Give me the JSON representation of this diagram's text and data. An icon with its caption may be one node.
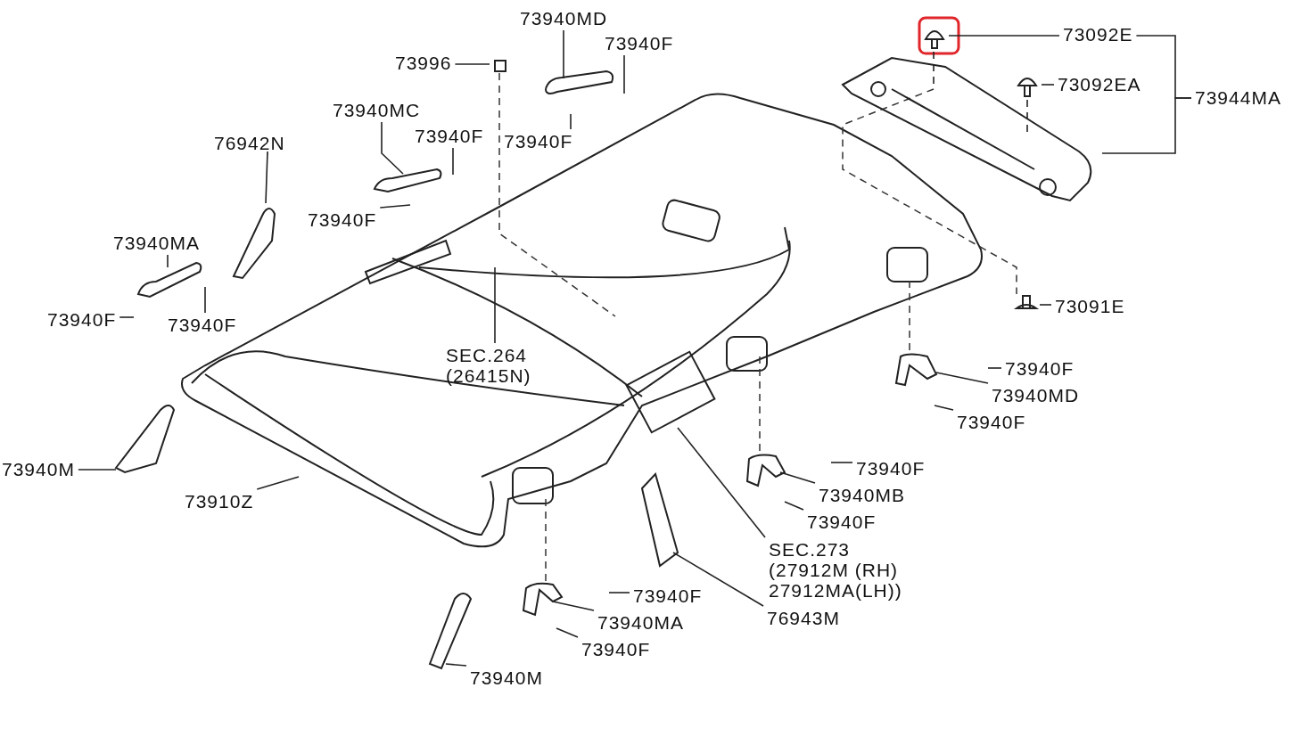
{
  "diagram": {
    "nodes": [
      {
        "text": [
          "73940MD"
        ]
      },
      {
        "text": [
          "73940F"
        ]
      },
      {
        "text": [
          "73996"
        ]
      },
      {
        "text": [
          "73940F"
        ]
      },
      {
        "text": [
          "73940MC"
        ]
      },
      {
        "text": [
          "73940F"
        ]
      },
      {
        "text": [
          "76942N"
        ]
      },
      {
        "text": [
          "73940F"
        ]
      },
      {
        "text": [
          "73940MA"
        ]
      },
      {
        "text": [
          "73940F"
        ]
      },
      {
        "text": [
          "73940F"
        ]
      },
      {
        "text": [
          "SEC.264",
          "(26415N)"
        ]
      },
      {
        "text": [
          "73092E"
        ]
      },
      {
        "text": [
          "73092EA"
        ]
      },
      {
        "text": [
          "73944MA"
        ]
      },
      {
        "text": [
          "73091E"
        ]
      },
      {
        "text": [
          "73940F"
        ]
      },
      {
        "text": [
          "73940MD"
        ]
      },
      {
        "text": [
          "73940F"
        ]
      },
      {
        "text": [
          "73940M"
        ]
      },
      {
        "text": [
          "73910Z"
        ]
      },
      {
        "text": [
          "73940F"
        ]
      },
      {
        "text": [
          "73940MB"
        ]
      },
      {
        "text": [
          "73940F"
        ]
      },
      {
        "text": [
          "SEC.273",
          "(27912M (RH) 27912MA(LH))"
        ]
      },
      {
        "text": [
          "73940F"
        ]
      },
      {
        "text": [
          "76943M"
        ]
      },
      {
        "text": [
          "73940MA"
        ]
      },
      {
        "text": [
          "73940F"
        ]
      },
      {
        "text": [
          "73940M"
        ]
      },
      {
        "text": [],
        "shape": "picture"
      },
      {
        "text": [],
        "shape": "picture"
      },
      {
        "text": [],
        "shape": "picture"
      }
    ],
    "edges": [
      {
        "from": 0,
        "to": null,
        "arrow": "none"
      },
      {
        "from": 1,
        "to": null,
        "arrow": "none"
      },
      {
        "from": 2,
        "to": null,
        "arrow": "none"
      },
      {
        "from": 3,
        "to": null,
        "arrow": "none"
      },
      {
        "from": 4,
        "to": null,
        "arrow": "none"
      },
      {
        "from": 5,
        "to": null,
        "arrow": "none"
      },
      {
        "from": 6,
        "to": null,
        "arrow": "none"
      },
      {
        "from": 7,
        "to": null,
        "arrow": "none"
      },
      {
        "from": 8,
        "to": null,
        "arrow": "none"
      },
      {
        "from": 9,
        "to": null,
        "arrow": "none"
      },
      {
        "from": 10,
        "to": null,
        "arrow": "none"
      },
      {
        "from": 11,
        "to": null,
        "arrow": "none"
      },
      {
        "from": 12,
        "to": 30,
        "arrow": "none"
      },
      {
        "from": 13,
        "to": 31,
        "arrow": "none"
      },
      {
        "from": 14,
        "to": 32,
        "arrow": "none"
      },
      {
        "from": 14,
        "to": 12,
        "arrow": "none"
      },
      {
        "from": 15,
        "to": null,
        "arrow": "none"
      },
      {
        "from": 16,
        "to": null,
        "arrow": "none"
      },
      {
        "from": 17,
        "to": null,
        "arrow": "none"
      },
      {
        "from": 18,
        "to": null,
        "arrow": "none"
      },
      {
        "from": 19,
        "to": null,
        "arrow": "none"
      },
      {
        "from": 20,
        "to": null,
        "arrow": "none"
      },
      {
        "from": 21,
        "to": null,
        "arrow": "none"
      },
      {
        "from": 22,
        "to": null,
        "arrow": "none"
      },
      {
        "from": 23,
        "to": null,
        "arrow": "none"
      },
      {
        "from": 24,
        "to": null,
        "arrow": "none"
      },
      {
        "from": 25,
        "to": null,
        "arrow": "none"
      },
      {
        "from": 26,
        "to": null,
        "arrow": "none"
      },
      {
        "from": 27,
        "to": null,
        "arrow": "none"
      },
      {
        "from": 28,
        "to": null,
        "arrow": "none"
      },
      {
        "from": 29,
        "to": null,
        "arrow": "none"
      },
      {
        "from": 30,
        "to": 32,
        "arrow": "none",
        "style": "dashed"
      },
      {
        "from": 31,
        "to": 32,
        "arrow": "none",
        "style": "dashed"
      }
    ]
  }
}
